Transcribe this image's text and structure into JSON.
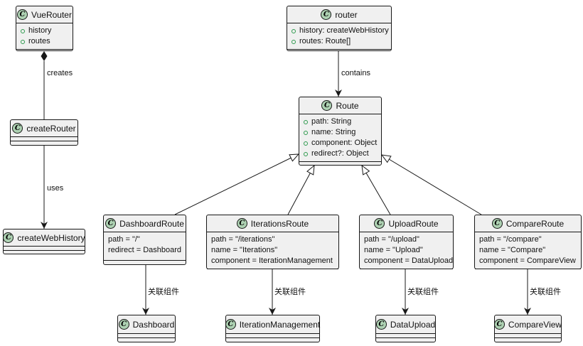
{
  "diagram_type": "uml-class-diagram",
  "colors": {
    "class_fill": "#f0f0f0",
    "class_border": "#181818",
    "class_circle_fill": "#ADD1B2",
    "field_dot_green": "#2E9A4E",
    "background": "#ffffff"
  },
  "classes": {
    "vue_router": {
      "stereotype": "C",
      "name": "VueRouter",
      "attrs": [
        "history",
        "routes"
      ]
    },
    "create_router": {
      "stereotype": "C",
      "name": "createRouter"
    },
    "create_web_history": {
      "stereotype": "C",
      "name": "createWebHistory"
    },
    "router": {
      "stereotype": "C",
      "name": "router",
      "attrs": [
        "history: createWebHistory",
        "routes: Route[]"
      ]
    },
    "route": {
      "stereotype": "C",
      "name": "Route",
      "attrs": [
        "path: String",
        "name: String",
        "component: Object",
        "redirect?: Object"
      ]
    },
    "dashboard_route": {
      "stereotype": "C",
      "name": "DashboardRoute",
      "attrs": [
        "path = \"/\"",
        "redirect = Dashboard"
      ]
    },
    "iterations_route": {
      "stereotype": "C",
      "name": "IterationsRoute",
      "attrs": [
        "path = \"/iterations\"",
        "name = \"Iterations\"",
        "component = IterationManagement"
      ]
    },
    "upload_route": {
      "stereotype": "C",
      "name": "UploadRoute",
      "attrs": [
        "path = \"/upload\"",
        "name = \"Upload\"",
        "component = DataUpload"
      ]
    },
    "compare_route": {
      "stereotype": "C",
      "name": "CompareRoute",
      "attrs": [
        "path = \"/compare\"",
        "name = \"Compare\"",
        "component = CompareView"
      ]
    },
    "dashboard": {
      "stereotype": "C",
      "name": "Dashboard"
    },
    "iteration_management": {
      "stereotype": "C",
      "name": "IterationManagement"
    },
    "data_upload": {
      "stereotype": "C",
      "name": "DataUpload"
    },
    "compare_view": {
      "stereotype": "C",
      "name": "CompareView"
    }
  },
  "edge_labels": {
    "creates": "creates",
    "uses": "uses",
    "contains": "contains",
    "assoc_1": "关联组件",
    "assoc_2": "关联组件",
    "assoc_3": "关联组件",
    "assoc_4": "关联组件"
  }
}
